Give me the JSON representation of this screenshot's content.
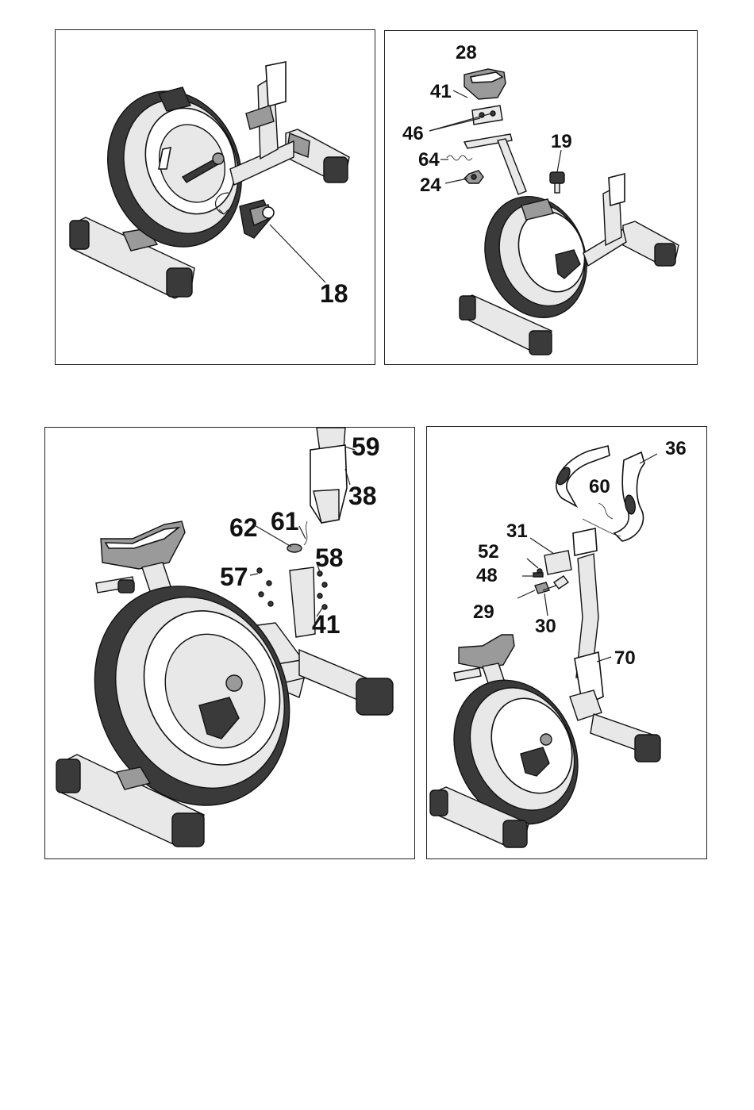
{
  "panels": [
    {
      "labels": [
        "18"
      ]
    },
    {
      "labels": [
        "28",
        "41",
        "46",
        "64",
        "24",
        "19"
      ]
    },
    {
      "labels": [
        "59",
        "38",
        "62",
        "61",
        "58",
        "57",
        "41"
      ]
    },
    {
      "labels": [
        "36",
        "60",
        "31",
        "52",
        "48",
        "29",
        "30",
        "70"
      ]
    }
  ]
}
